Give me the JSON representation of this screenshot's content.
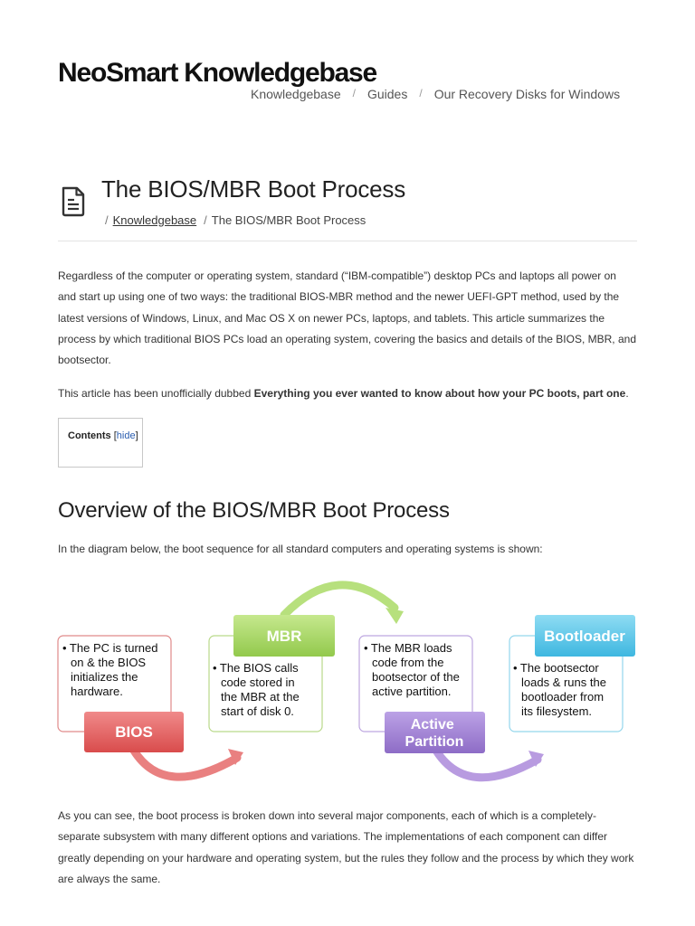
{
  "header": {
    "site_title": "NeoSmart Knowledgebase",
    "nav": [
      {
        "label": "Knowledgebase"
      },
      {
        "label": "Guides"
      },
      {
        "label": "Our Recovery Disks for Windows"
      }
    ],
    "nav_separator": "/"
  },
  "article": {
    "icon": "document-icon",
    "title": "The BIOS/MBR Boot Process",
    "breadcrumb": {
      "separator": "/",
      "link": "Knowledgebase",
      "current": "The BIOS/MBR Boot Process"
    },
    "intro": "Regardless of the computer or operating system, standard (“IBM-compatible”) desktop PCs and laptops all power on and start up using one of two ways: the traditional BIOS-MBR method and the newer UEFI-GPT method, used by the latest versions of Windows, Linux, and Mac OS X on newer PCs, laptops, and tablets. This article summarizes the process by which traditional BIOS PCs load an operating system, covering the basics and details of the BIOS, MBR, and bootsector.",
    "dubbed_prefix": "This article has been unofficially dubbed ",
    "dubbed_bold": "Everything you ever wanted to know about how your PC boots, part one",
    "dubbed_suffix": ".",
    "contents": {
      "label": "Contents",
      "open": "[",
      "toggle": "hide",
      "close": "]"
    },
    "section_heading": "Overview of the BIOS/MBR Boot Process",
    "diagram_intro": "In the diagram below, the boot sequence for all standard computers and operating systems is shown:",
    "outro": "As you can see, the boot process is broken down into several major components, each of which is a completely-separate subsystem with many different options and variations. The implementations of each component can differ greatly depending on your hardware and operating system, but the rules they follow and the process by which they work are always the same."
  },
  "diagram": {
    "stages": [
      {
        "name": "BIOS",
        "lines": [
          "• The PC is turned",
          "on & the BIOS",
          "initializes the",
          "hardware."
        ],
        "color": "#e05a5a",
        "border": "#e08a8a"
      },
      {
        "name": "MBR",
        "lines": [
          "• The BIOS calls",
          "code stored in",
          "the MBR at the",
          "start of disk 0."
        ],
        "color": "#9fd25a",
        "border": "#b9d98a"
      },
      {
        "name_lines": [
          "Active",
          "Partition"
        ],
        "lines": [
          "• The MBR loads",
          "code from the",
          "bootsector of the",
          "active partition."
        ],
        "color": "#9a78cf",
        "border": "#bda6e0"
      },
      {
        "name": "Bootloader",
        "lines": [
          "• The bootsector",
          "loads & runs the",
          "bootloader from",
          "its filesystem."
        ],
        "color": "#4dc3e6",
        "border": "#93d6ec"
      }
    ]
  }
}
